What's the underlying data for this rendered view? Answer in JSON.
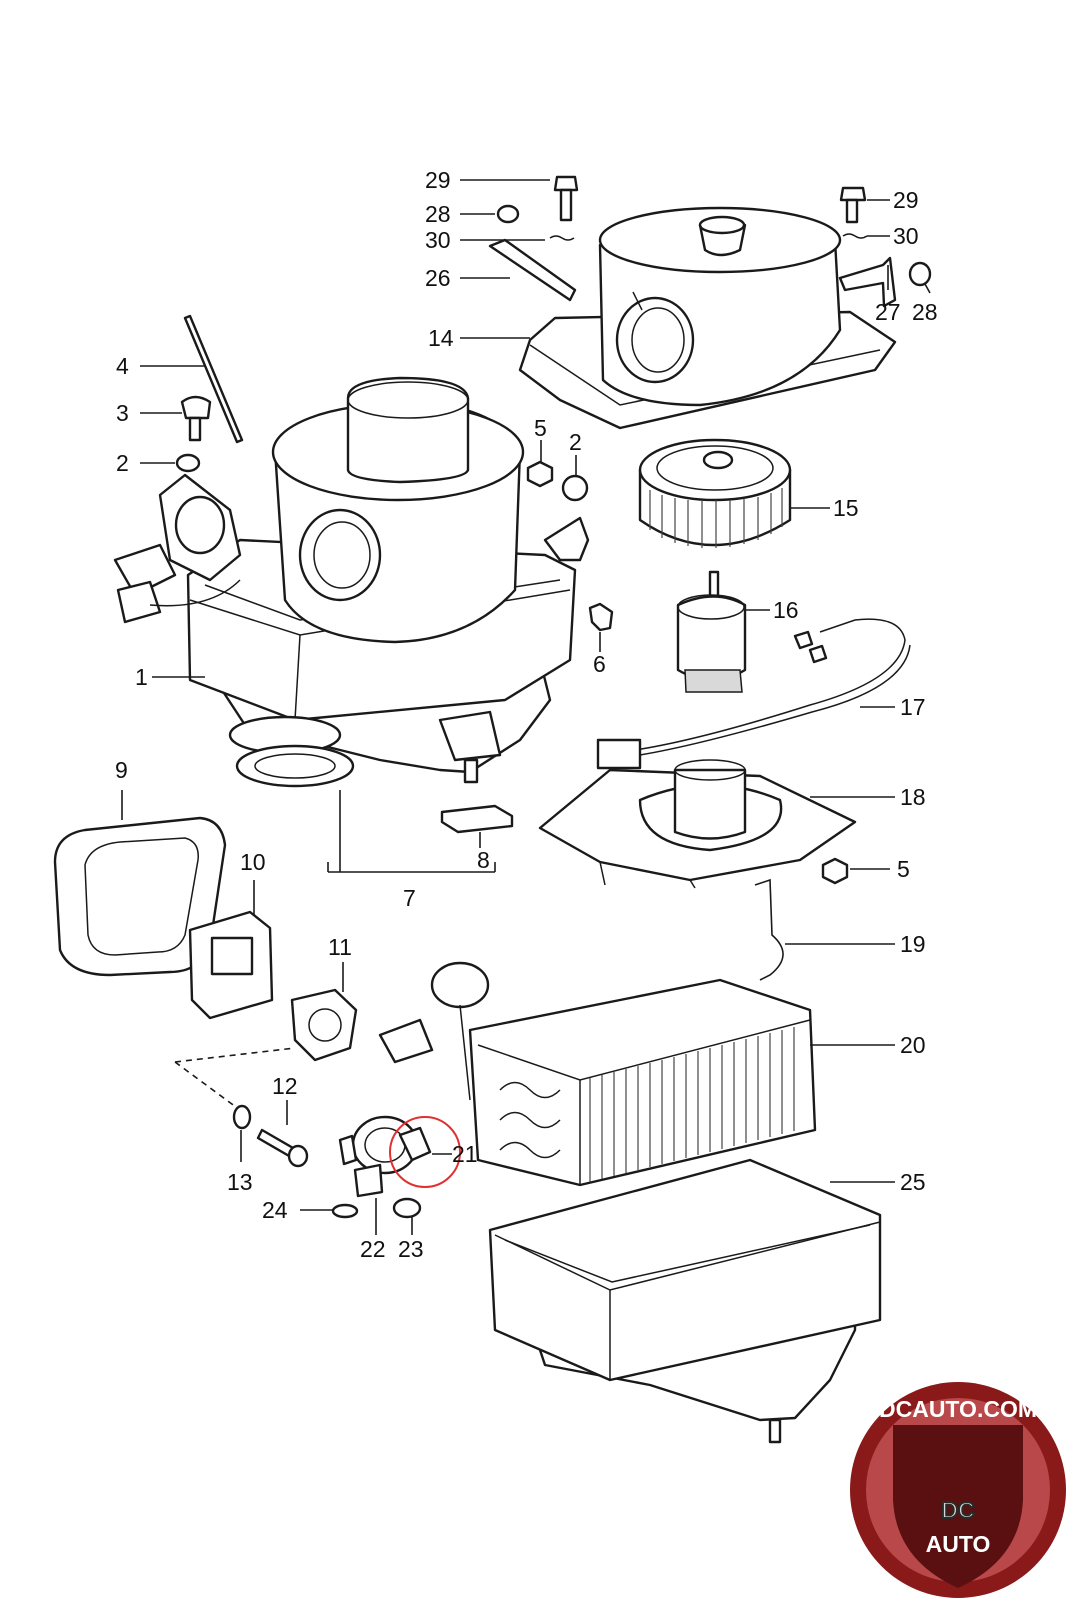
{
  "diagram": {
    "callouts": [
      {
        "id": "c29a",
        "label": "29"
      },
      {
        "id": "c28a",
        "label": "28"
      },
      {
        "id": "c30a",
        "label": "30"
      },
      {
        "id": "c26",
        "label": "26"
      },
      {
        "id": "c29b",
        "label": "29"
      },
      {
        "id": "c30b",
        "label": "30"
      },
      {
        "id": "c27",
        "label": "27"
      },
      {
        "id": "c28b",
        "label": "28"
      },
      {
        "id": "c14",
        "label": "14"
      },
      {
        "id": "c4",
        "label": "4"
      },
      {
        "id": "c3",
        "label": "3"
      },
      {
        "id": "c2a",
        "label": "2"
      },
      {
        "id": "c5a",
        "label": "5"
      },
      {
        "id": "c2b",
        "label": "2"
      },
      {
        "id": "c15",
        "label": "15"
      },
      {
        "id": "c16",
        "label": "16"
      },
      {
        "id": "c6",
        "label": "6"
      },
      {
        "id": "c1",
        "label": "1"
      },
      {
        "id": "c17",
        "label": "17"
      },
      {
        "id": "c9",
        "label": "9"
      },
      {
        "id": "c18",
        "label": "18"
      },
      {
        "id": "c8",
        "label": "8"
      },
      {
        "id": "c5b",
        "label": "5"
      },
      {
        "id": "c7",
        "label": "7"
      },
      {
        "id": "c10",
        "label": "10"
      },
      {
        "id": "c19",
        "label": "19"
      },
      {
        "id": "c11",
        "label": "11"
      },
      {
        "id": "c20",
        "label": "20"
      },
      {
        "id": "c12",
        "label": "12"
      },
      {
        "id": "c21",
        "label": "21"
      },
      {
        "id": "c13",
        "label": "13"
      },
      {
        "id": "c25",
        "label": "25"
      },
      {
        "id": "c24",
        "label": "24"
      },
      {
        "id": "c22",
        "label": "22"
      },
      {
        "id": "c23",
        "label": "23"
      }
    ],
    "highlight_color": "#e03030",
    "line_color": "#1a1a1a"
  },
  "watermark": {
    "top_text": "DCAUTO.COM",
    "monogram": "DC",
    "bottom_text": "AUTO",
    "colors": {
      "outer": "#8a1a1a",
      "inner": "#b8484a"
    }
  }
}
